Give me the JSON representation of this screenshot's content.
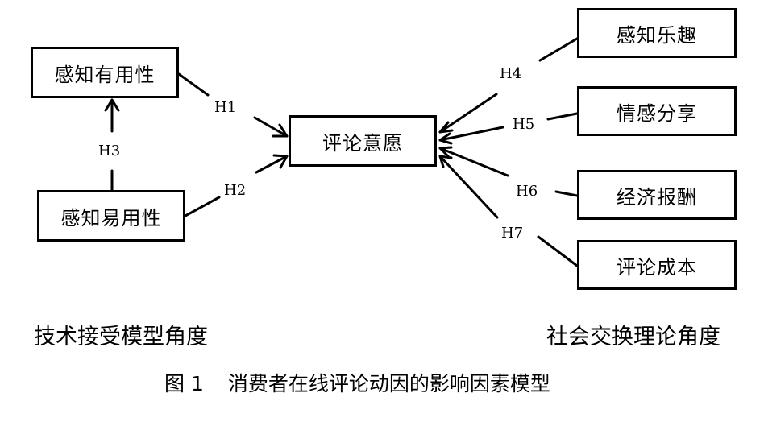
{
  "nodes": {
    "perceived_usefulness": "感知有用性",
    "perceived_ease": "感知易用性",
    "comment_intention": "评论意愿",
    "perceived_enjoyment": "感知乐趣",
    "emotional_sharing": "情感分享",
    "economic_reward": "经济报酬",
    "comment_cost": "评论成本"
  },
  "hypotheses": {
    "h1": "H1",
    "h2": "H2",
    "h3": "H3",
    "h4": "H4",
    "h5": "H5",
    "h6": "H6",
    "h7": "H7"
  },
  "sections": {
    "left": "技术接受模型角度",
    "right": "社会交换理论角度"
  },
  "caption": {
    "figure_no": "图 1",
    "title": "消费者在线评论动因的影响因素模型"
  },
  "colors": {
    "ink": "#000000",
    "background": "#ffffff"
  }
}
